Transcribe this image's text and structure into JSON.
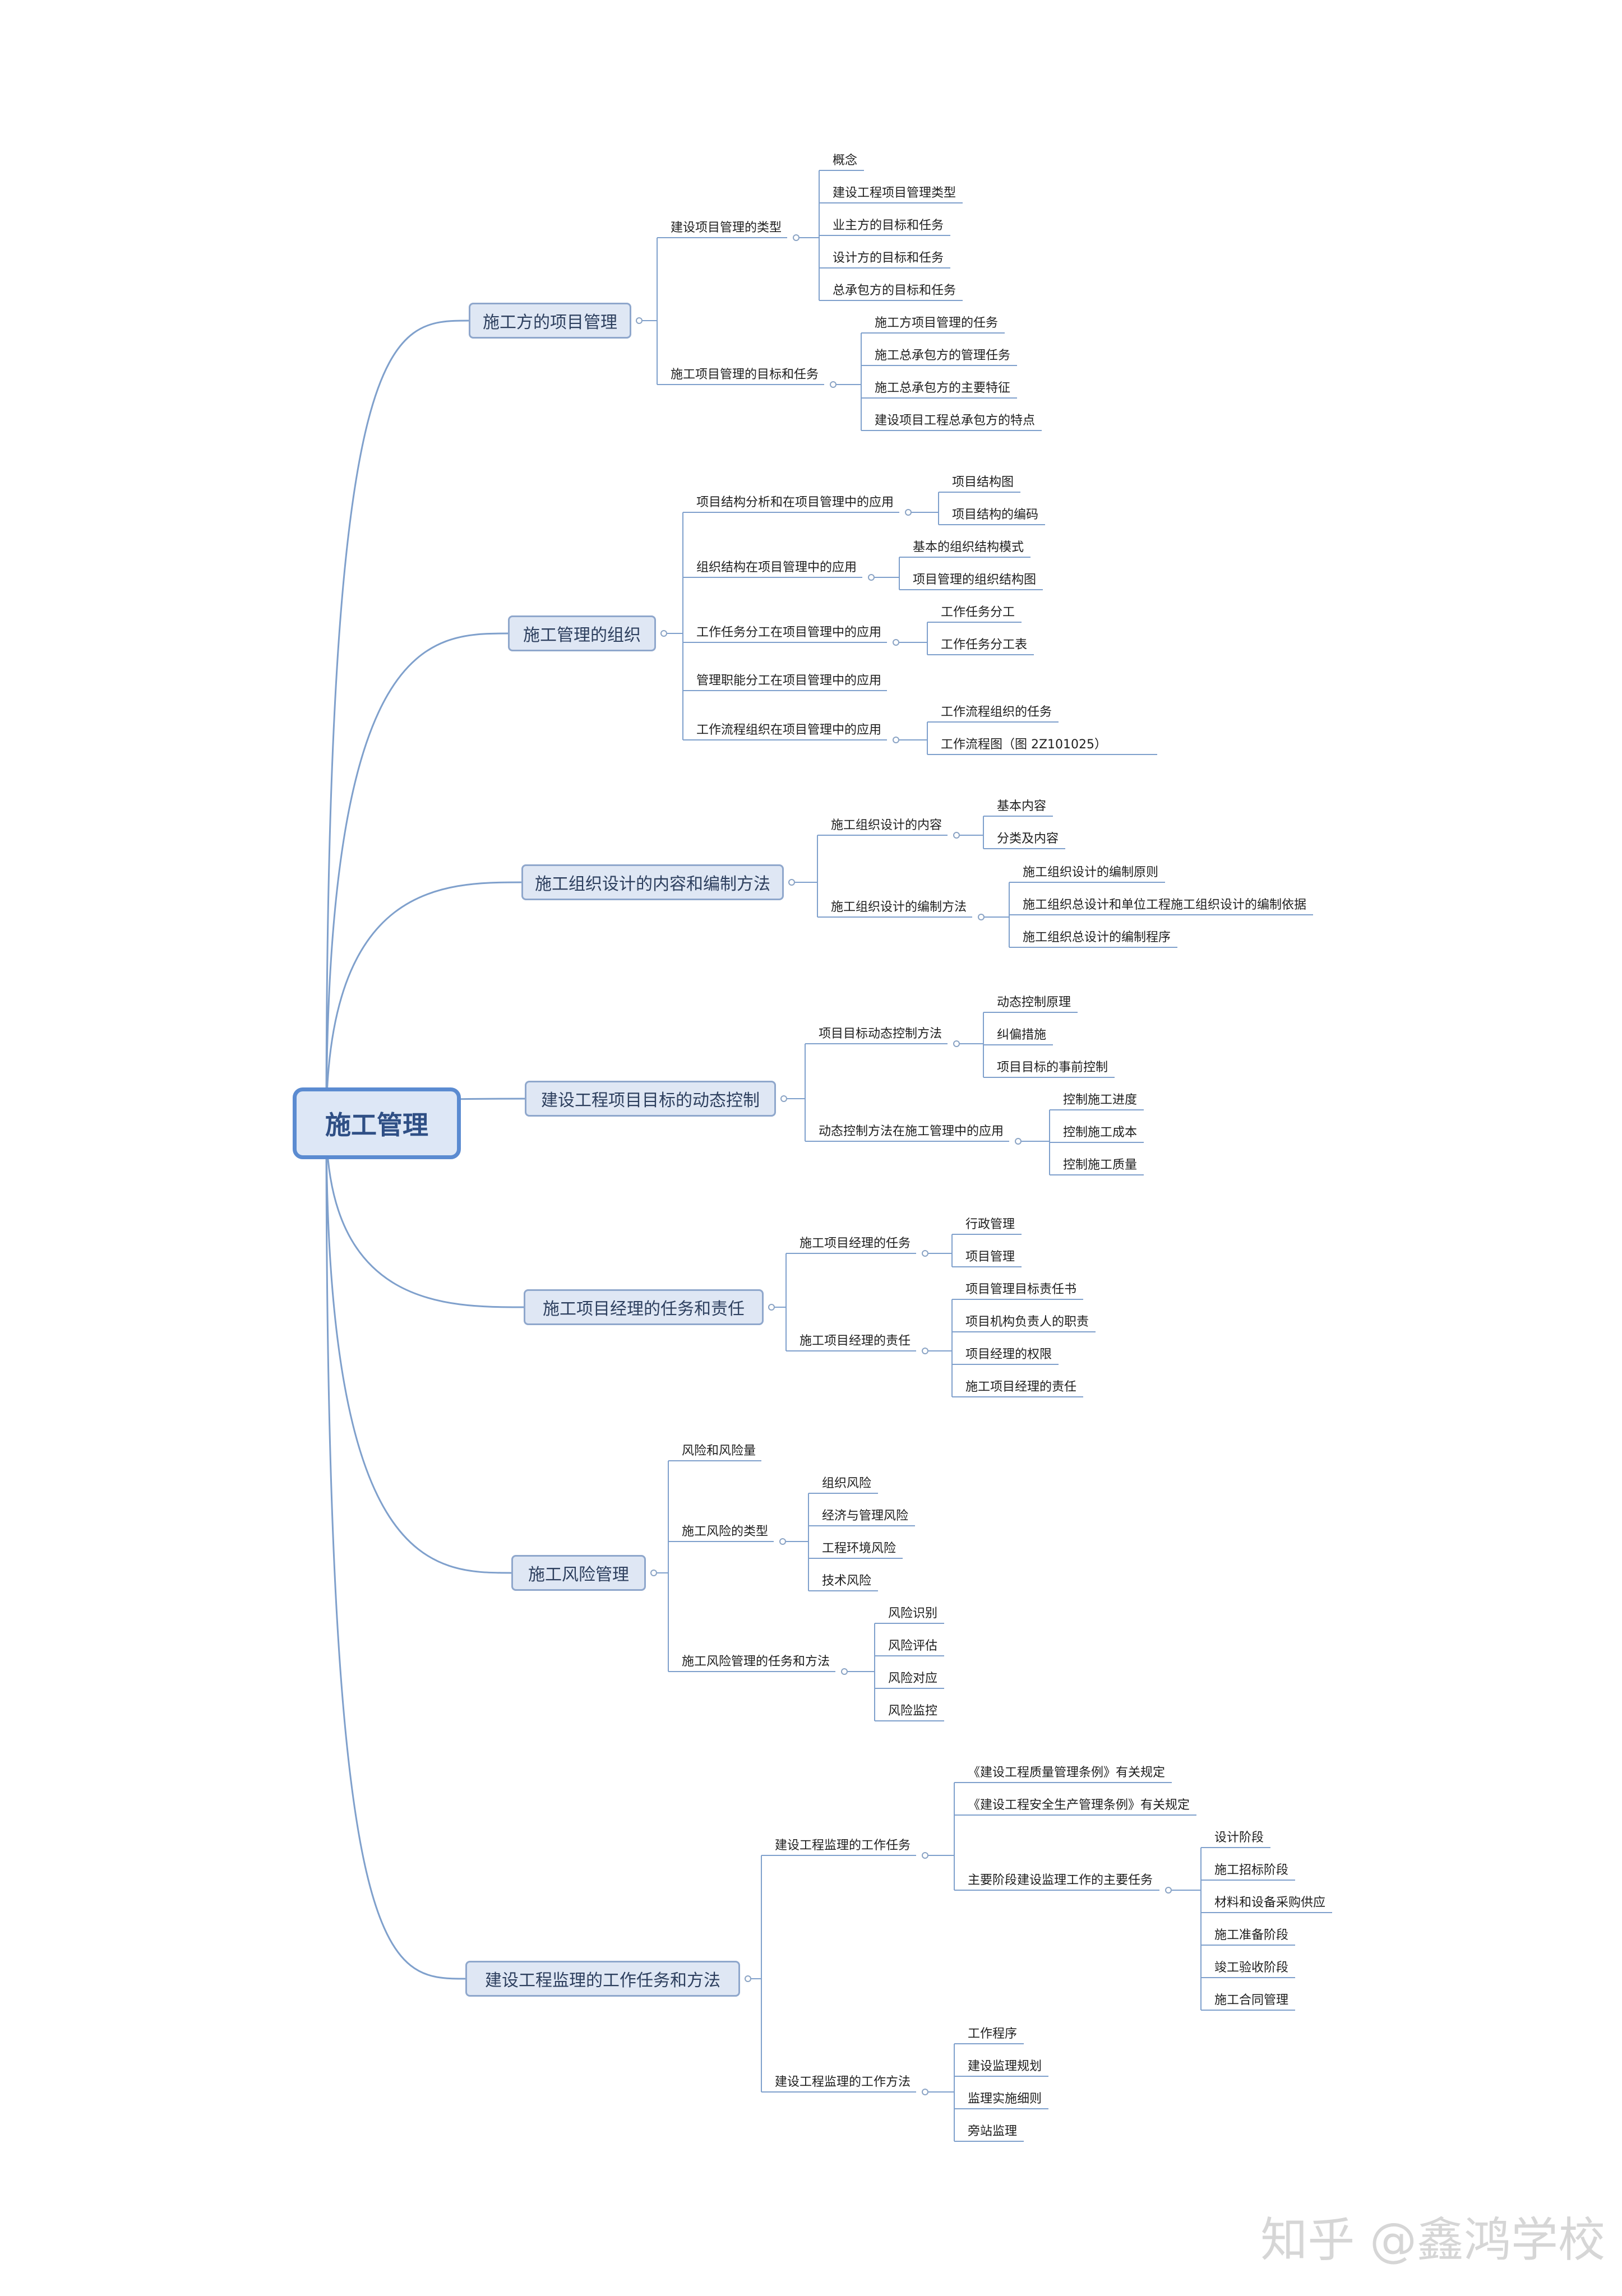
{
  "root": "施工管理",
  "branches": [
    {
      "label": "施工方的项目管理",
      "children": [
        {
          "label": "建设项目管理的类型",
          "children": [
            "概念",
            "建设工程项目管理类型",
            "业主方的目标和任务",
            "设计方的目标和任务",
            "总承包方的目标和任务"
          ]
        },
        {
          "label": "施工项目管理的目标和任务",
          "children": [
            "施工方项目管理的任务",
            "施工总承包方的管理任务",
            "施工总承包方的主要特征",
            "建设项目工程总承包方的特点"
          ]
        }
      ]
    },
    {
      "label": "施工管理的组织",
      "children": [
        {
          "label": "项目结构分析和在项目管理中的应用",
          "children": [
            "项目结构图",
            "项目结构的编码"
          ]
        },
        {
          "label": "组织结构在项目管理中的应用",
          "children": [
            "基本的组织结构模式",
            "项目管理的组织结构图"
          ]
        },
        {
          "label": "工作任务分工在项目管理中的应用",
          "children": [
            "工作任务分工",
            "工作任务分工表"
          ]
        },
        {
          "label": "管理职能分工在项目管理中的应用",
          "children": []
        },
        {
          "label": "工作流程组织在项目管理中的应用",
          "children": [
            "工作流程组织的任务",
            "工作流程图（图 2Z101025）"
          ]
        }
      ]
    },
    {
      "label": "施工组织设计的内容和编制方法",
      "children": [
        {
          "label": "施工组织设计的内容",
          "children": [
            "基本内容",
            "分类及内容"
          ]
        },
        {
          "label": "施工组织设计的编制方法",
          "children": [
            "施工组织设计的编制原则",
            "施工组织总设计和单位工程施工组织设计的编制依据",
            "施工组织总设计的编制程序"
          ]
        }
      ]
    },
    {
      "label": "建设工程项目目标的动态控制",
      "children": [
        {
          "label": "项目目标动态控制方法",
          "children": [
            "动态控制原理",
            "纠偏措施",
            "项目目标的事前控制"
          ]
        },
        {
          "label": "动态控制方法在施工管理中的应用",
          "children": [
            "控制施工进度",
            "控制施工成本",
            "控制施工质量"
          ]
        }
      ]
    },
    {
      "label": "施工项目经理的任务和责任",
      "children": [
        {
          "label": "施工项目经理的任务",
          "children": [
            "行政管理",
            "项目管理"
          ]
        },
        {
          "label": "施工项目经理的责任",
          "children": [
            "项目管理目标责任书",
            "项目机构负责人的职责",
            "项目经理的权限",
            "施工项目经理的责任"
          ]
        }
      ]
    },
    {
      "label": "施工风险管理",
      "children": [
        {
          "label": "风险和风险量",
          "children": []
        },
        {
          "label": "施工风险的类型",
          "children": [
            "组织风险",
            "经济与管理风险",
            "工程环境风险",
            "技术风险"
          ]
        },
        {
          "label": "施工风险管理的任务和方法",
          "children": [
            "风险识别",
            "风险评估",
            "风险对应",
            "风险监控"
          ]
        }
      ]
    },
    {
      "label": "建设工程监理的工作任务和方法",
      "children": [
        {
          "label": "建设工程监理的工作任务",
          "children": [
            "《建设工程质量管理条例》有关规定",
            "《建设工程安全生产管理条例》有关规定",
            {
              "label": "主要阶段建设监理工作的主要任务",
              "children": [
                "设计阶段",
                "施工招标阶段",
                "材料和设备采购供应",
                "施工准备阶段",
                "竣工验收阶段",
                "施工合同管理"
              ]
            }
          ]
        },
        {
          "label": "建设工程监理的工作方法",
          "children": [
            "工作程序",
            "建设监理规划",
            "监理实施细则",
            "旁站监理"
          ]
        }
      ]
    }
  ],
  "watermark": "知乎 @鑫鸿学校"
}
